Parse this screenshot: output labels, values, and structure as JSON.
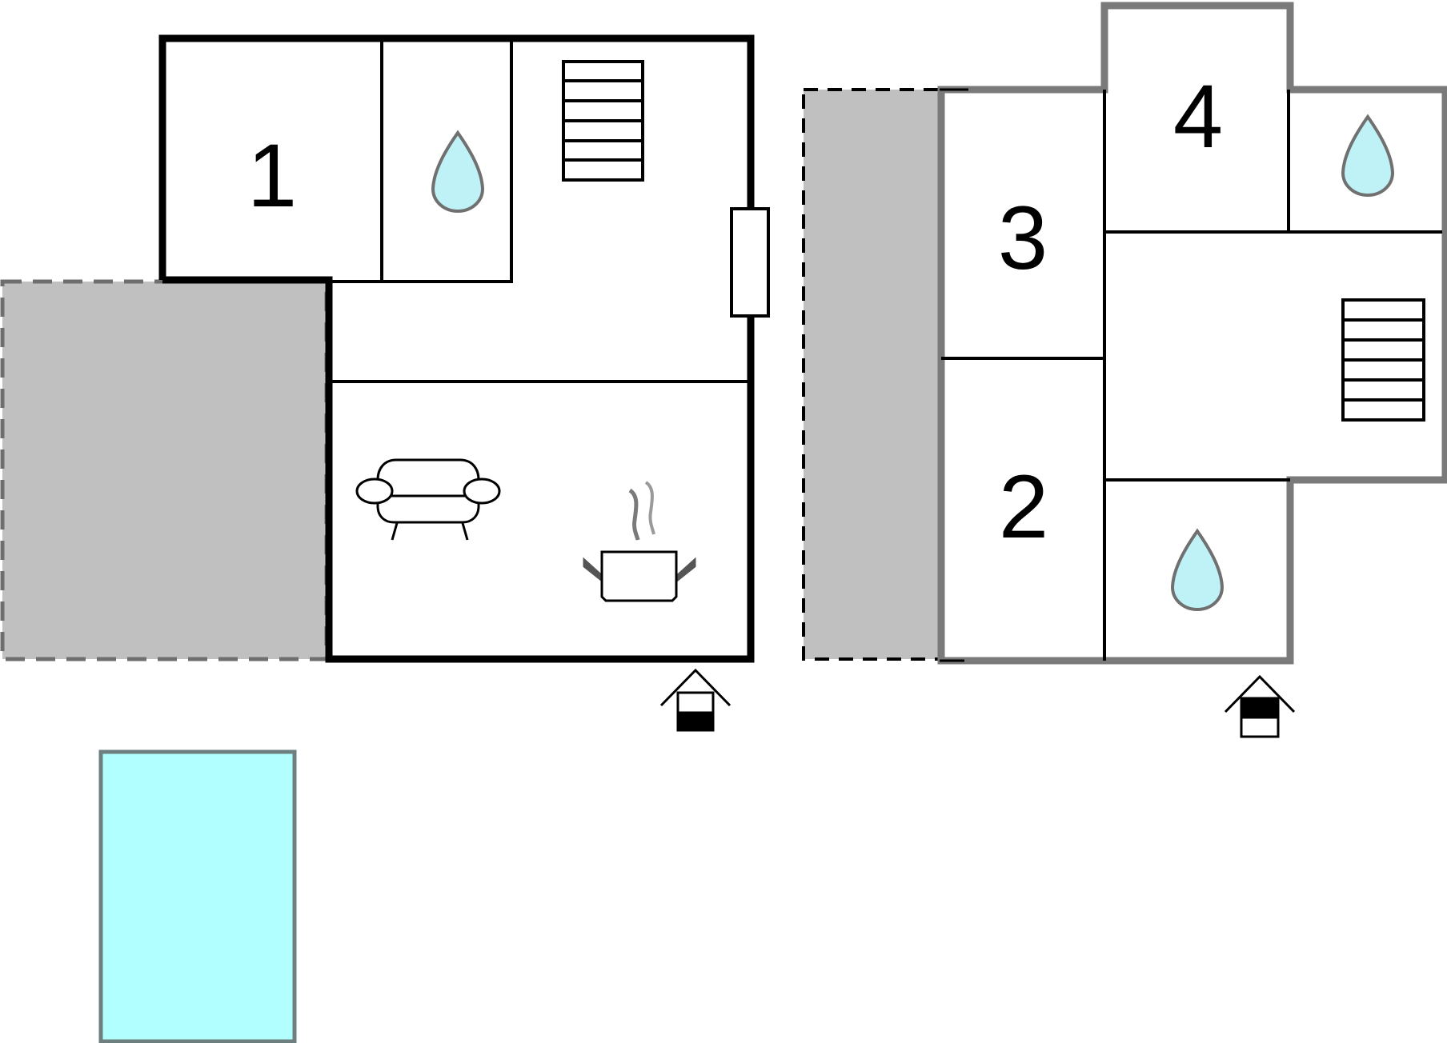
{
  "plan": {
    "room_numbers": [
      "1",
      "2",
      "3",
      "4"
    ]
  },
  "icons": [
    "water-drop-icon",
    "stairs-icon",
    "sofa-icon",
    "cooking-pot-icon",
    "entrance-icon",
    "window-icon",
    "pool-icon"
  ],
  "colors": {
    "wall_black": "#000000",
    "wall_gray": "#7a7a7a",
    "terrace_fill": "#c0c0c0",
    "pool_fill": "#b2ffff",
    "pool_border": "#6e7f7f",
    "water_fill": "#bff2f7",
    "water_outline": "#707070"
  }
}
